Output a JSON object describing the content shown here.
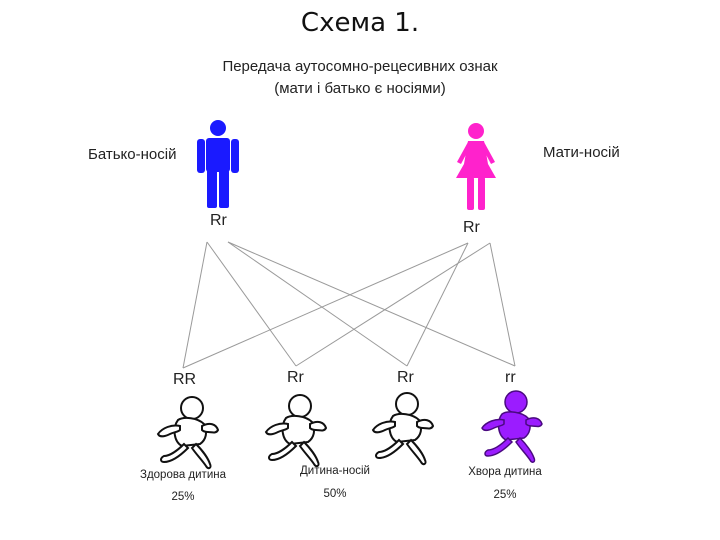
{
  "slide": {
    "title": "Схема 1."
  },
  "heading": {
    "line1": "Передача аутосомно-рецесивних ознак",
    "line2": "(мати і батько є носіями)"
  },
  "father": {
    "label": "Батько-носій",
    "genotype": "Rr",
    "color": "#1a1aff"
  },
  "mother": {
    "label": "Мати-носій",
    "genotype": "Rr",
    "color": "#ff22cc"
  },
  "children": [
    {
      "genotype": "RR",
      "caption": "Здорова дитина",
      "percent": "25%",
      "color": "#ffffff"
    },
    {
      "genotype": "Rr",
      "caption": "Дитина-носій",
      "percent": "50%",
      "color": "#ffffff"
    },
    {
      "genotype": "Rr",
      "caption": "",
      "percent": "",
      "color": "#ffffff"
    },
    {
      "genotype": "rr",
      "caption": "Хвора дитина",
      "percent": "25%",
      "color": "#9b1cff"
    }
  ],
  "line_color": "#9a9a9a"
}
